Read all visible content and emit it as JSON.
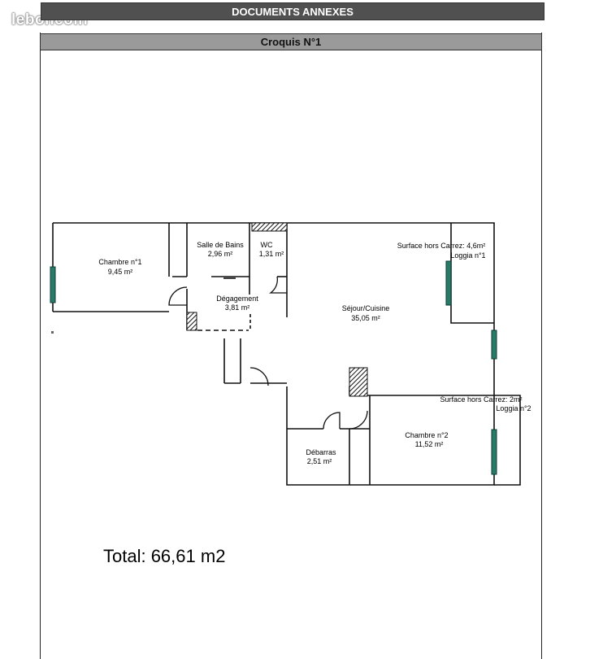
{
  "watermark": "leboncoin",
  "banner": {
    "title": "DOCUMENTS ANNEXES"
  },
  "sheet": {
    "title": "Croquis N°1"
  },
  "rooms": {
    "chambre1": {
      "name": "Chambre n°1",
      "area": "9,45 m²"
    },
    "sdb": {
      "name": "Salle de Bains",
      "area": "2,96 m²"
    },
    "wc": {
      "name": "WC",
      "area": "1,31 m²"
    },
    "degagement": {
      "name": "Dégagement",
      "area": "3,81 m²"
    },
    "sejour": {
      "name": "Séjour/Cuisine",
      "area": "35,05 m²"
    },
    "loggia1": {
      "note": "Surface hors Carrez: 4,6m²",
      "name": "Loggia n°1"
    },
    "loggia2": {
      "note": "Surface hors Carrez: 2m²",
      "name": "Loggia n°2"
    },
    "chambre2": {
      "name": "Chambre n°2",
      "area": "11,52 m²"
    },
    "debarras": {
      "name": "Débarras",
      "area": "2,51 m²"
    }
  },
  "total": "Total: 66,61 m2",
  "colors": {
    "window": "#2a7a6a",
    "wall": "#111111",
    "banner": "#505050",
    "header": "#9a9a9a"
  }
}
